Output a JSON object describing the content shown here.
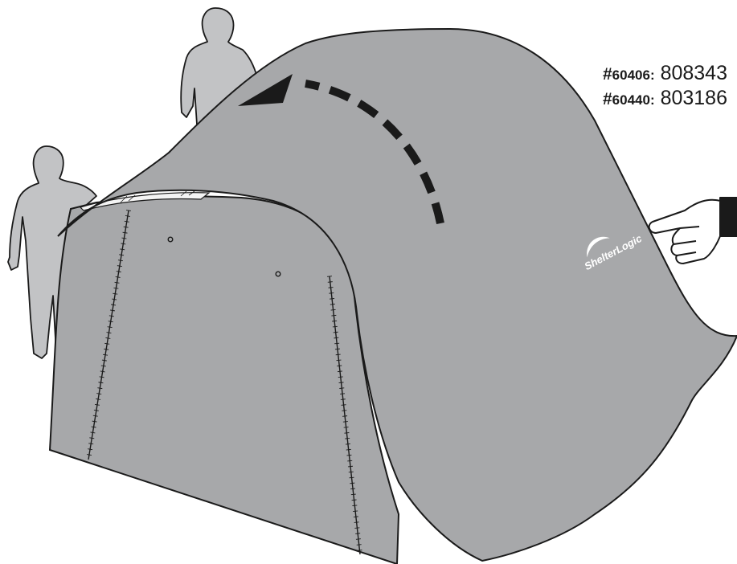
{
  "brand": {
    "logo_text": "ShelterLogic"
  },
  "parts": [
    {
      "hash": "#",
      "id": "60406:",
      "code": "808343"
    },
    {
      "hash": "#",
      "id": "60440:",
      "code": "803186"
    }
  ],
  "colors": {
    "cover": "#a7a8aa",
    "figure": "#c2c3c5",
    "outline": "#1a1a1a",
    "inner": "#f4f4f4"
  },
  "icons": [
    "person-silhouette",
    "pointing-hand-icon",
    "curved-arrow-icon"
  ]
}
